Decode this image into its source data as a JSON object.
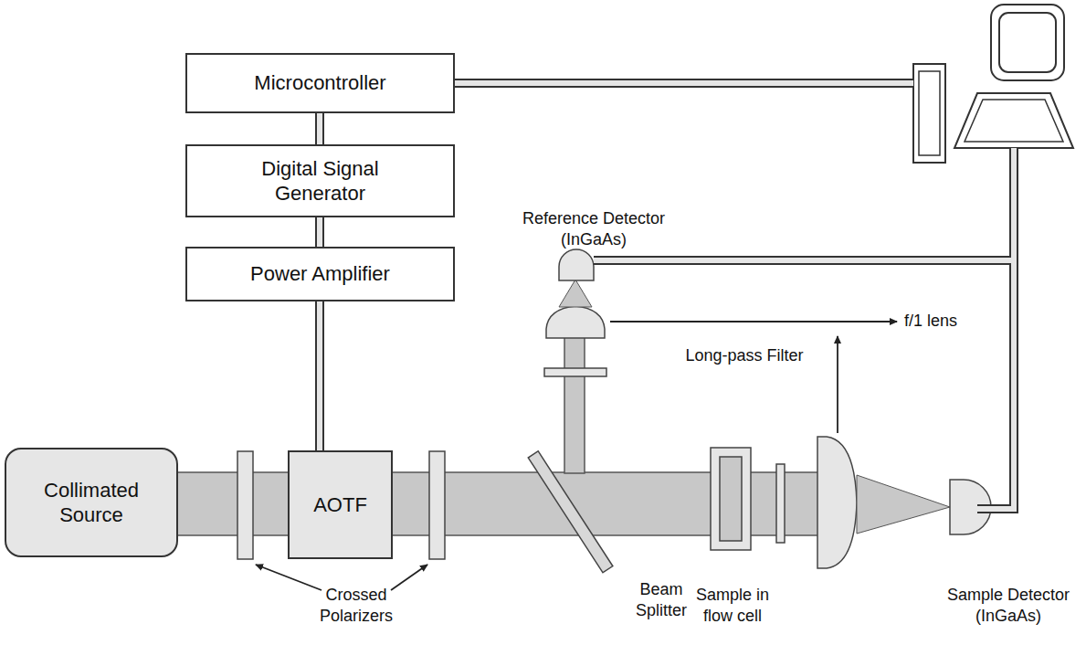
{
  "diagram": {
    "nodes": [
      {
        "text": [
          "Microcontroller"
        ]
      },
      {
        "text": [
          "Digital Signal Generator"
        ]
      },
      {
        "text": [
          "Power Amplifier"
        ]
      },
      {
        "text": [
          "Collimated Source"
        ]
      },
      {
        "text": [
          "AOTF"
        ]
      }
    ],
    "edges": [
      {
        "from": 0,
        "to": 1,
        "arrow": "none"
      },
      {
        "from": 1,
        "to": 2,
        "arrow": "none"
      },
      {
        "from": 2,
        "to": 4,
        "arrow": "none"
      }
    ],
    "labels": [
      "Reference Detector (InGaAs)",
      "f/1 lens",
      "Long-pass Filter",
      "Crossed Polarizers",
      "Beam Splitter",
      "Sample in flow cell",
      "Sample Detector (InGaAs)"
    ]
  }
}
